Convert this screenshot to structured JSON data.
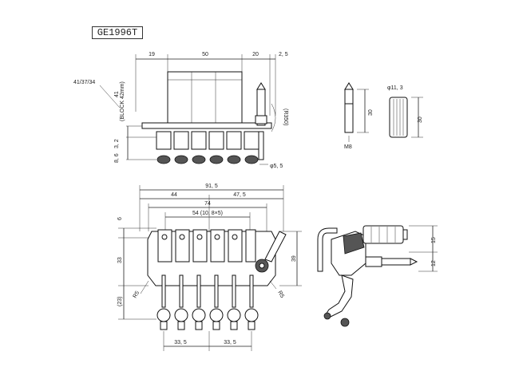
{
  "model": "GE1996T",
  "top_view": {
    "dims_top": [
      "19",
      "50",
      "20",
      "2, 5"
    ],
    "angle_label": "41/37/34",
    "block_label": "(BLOCK 42mm)",
    "block_value": "41",
    "radius_label": "(R350)",
    "left_dims": [
      "3, 2",
      "8, 6"
    ],
    "post_dia": "φ5, 5"
  },
  "part_views": {
    "screw_height": "30",
    "screw_thread": "M8",
    "knob_dia": "φ11, 3",
    "knob_height": "30"
  },
  "bottom_view": {
    "total_width": "91, 5",
    "dim_44": "44",
    "dim_47_5": "47, 5",
    "dim_74": "74",
    "spacing": "54 (10, 8×5)",
    "left_6": "6",
    "left_33": "33",
    "left_23": "(23)",
    "right_39": "39",
    "r5_left": "R5",
    "r5_right": "R5",
    "bottom_left": "33, 5",
    "bottom_right": "33, 5"
  },
  "side_view": {
    "dim_15": "15",
    "dim_12": "12"
  }
}
